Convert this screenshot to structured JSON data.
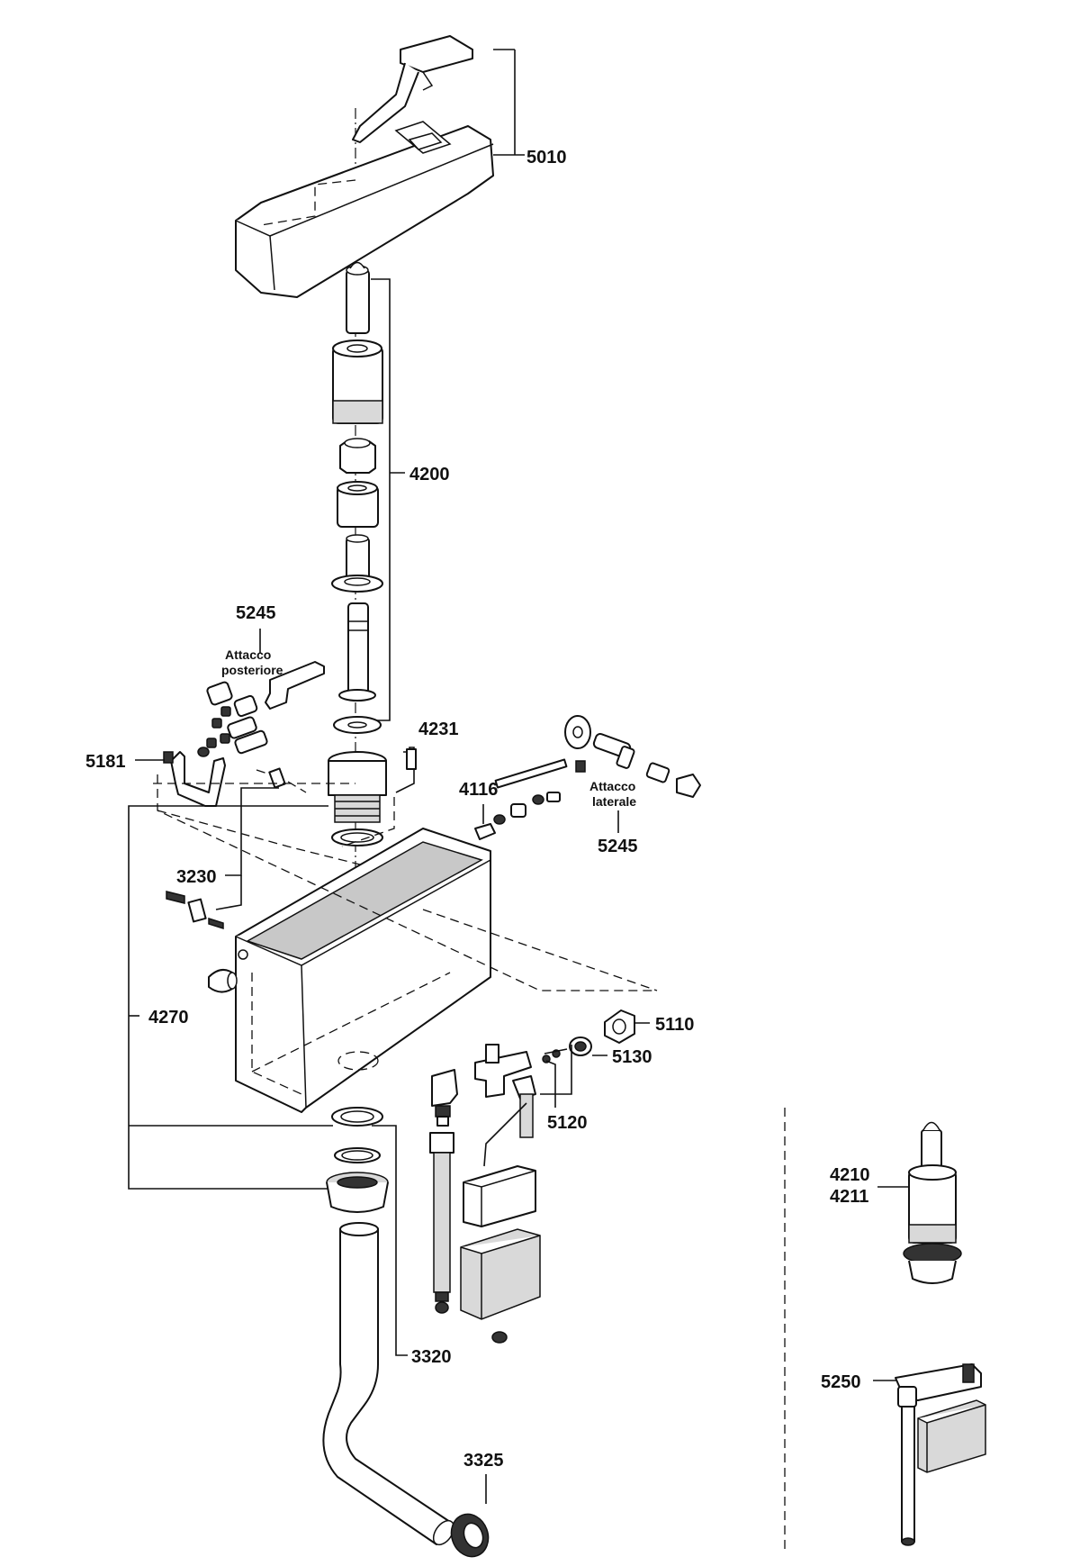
{
  "callouts": {
    "c5010": "5010",
    "c4200": "4200",
    "c5245_top": "5245",
    "attacco_posteriore_1": "Attacco",
    "attacco_posteriore_2": "posteriore",
    "c4231": "4231",
    "c5181": "5181",
    "c4116": "4116",
    "attacco_laterale_1": "Attacco",
    "attacco_laterale_2": "laterale",
    "c5245_side": "5245",
    "c3230": "3230",
    "c4270": "4270",
    "c5110": "5110",
    "c5130": "5130",
    "c5120": "5120",
    "c3320": "3320",
    "c3325": "3325",
    "c4210": "4210",
    "c4211": "4211",
    "c5250": "5250"
  }
}
